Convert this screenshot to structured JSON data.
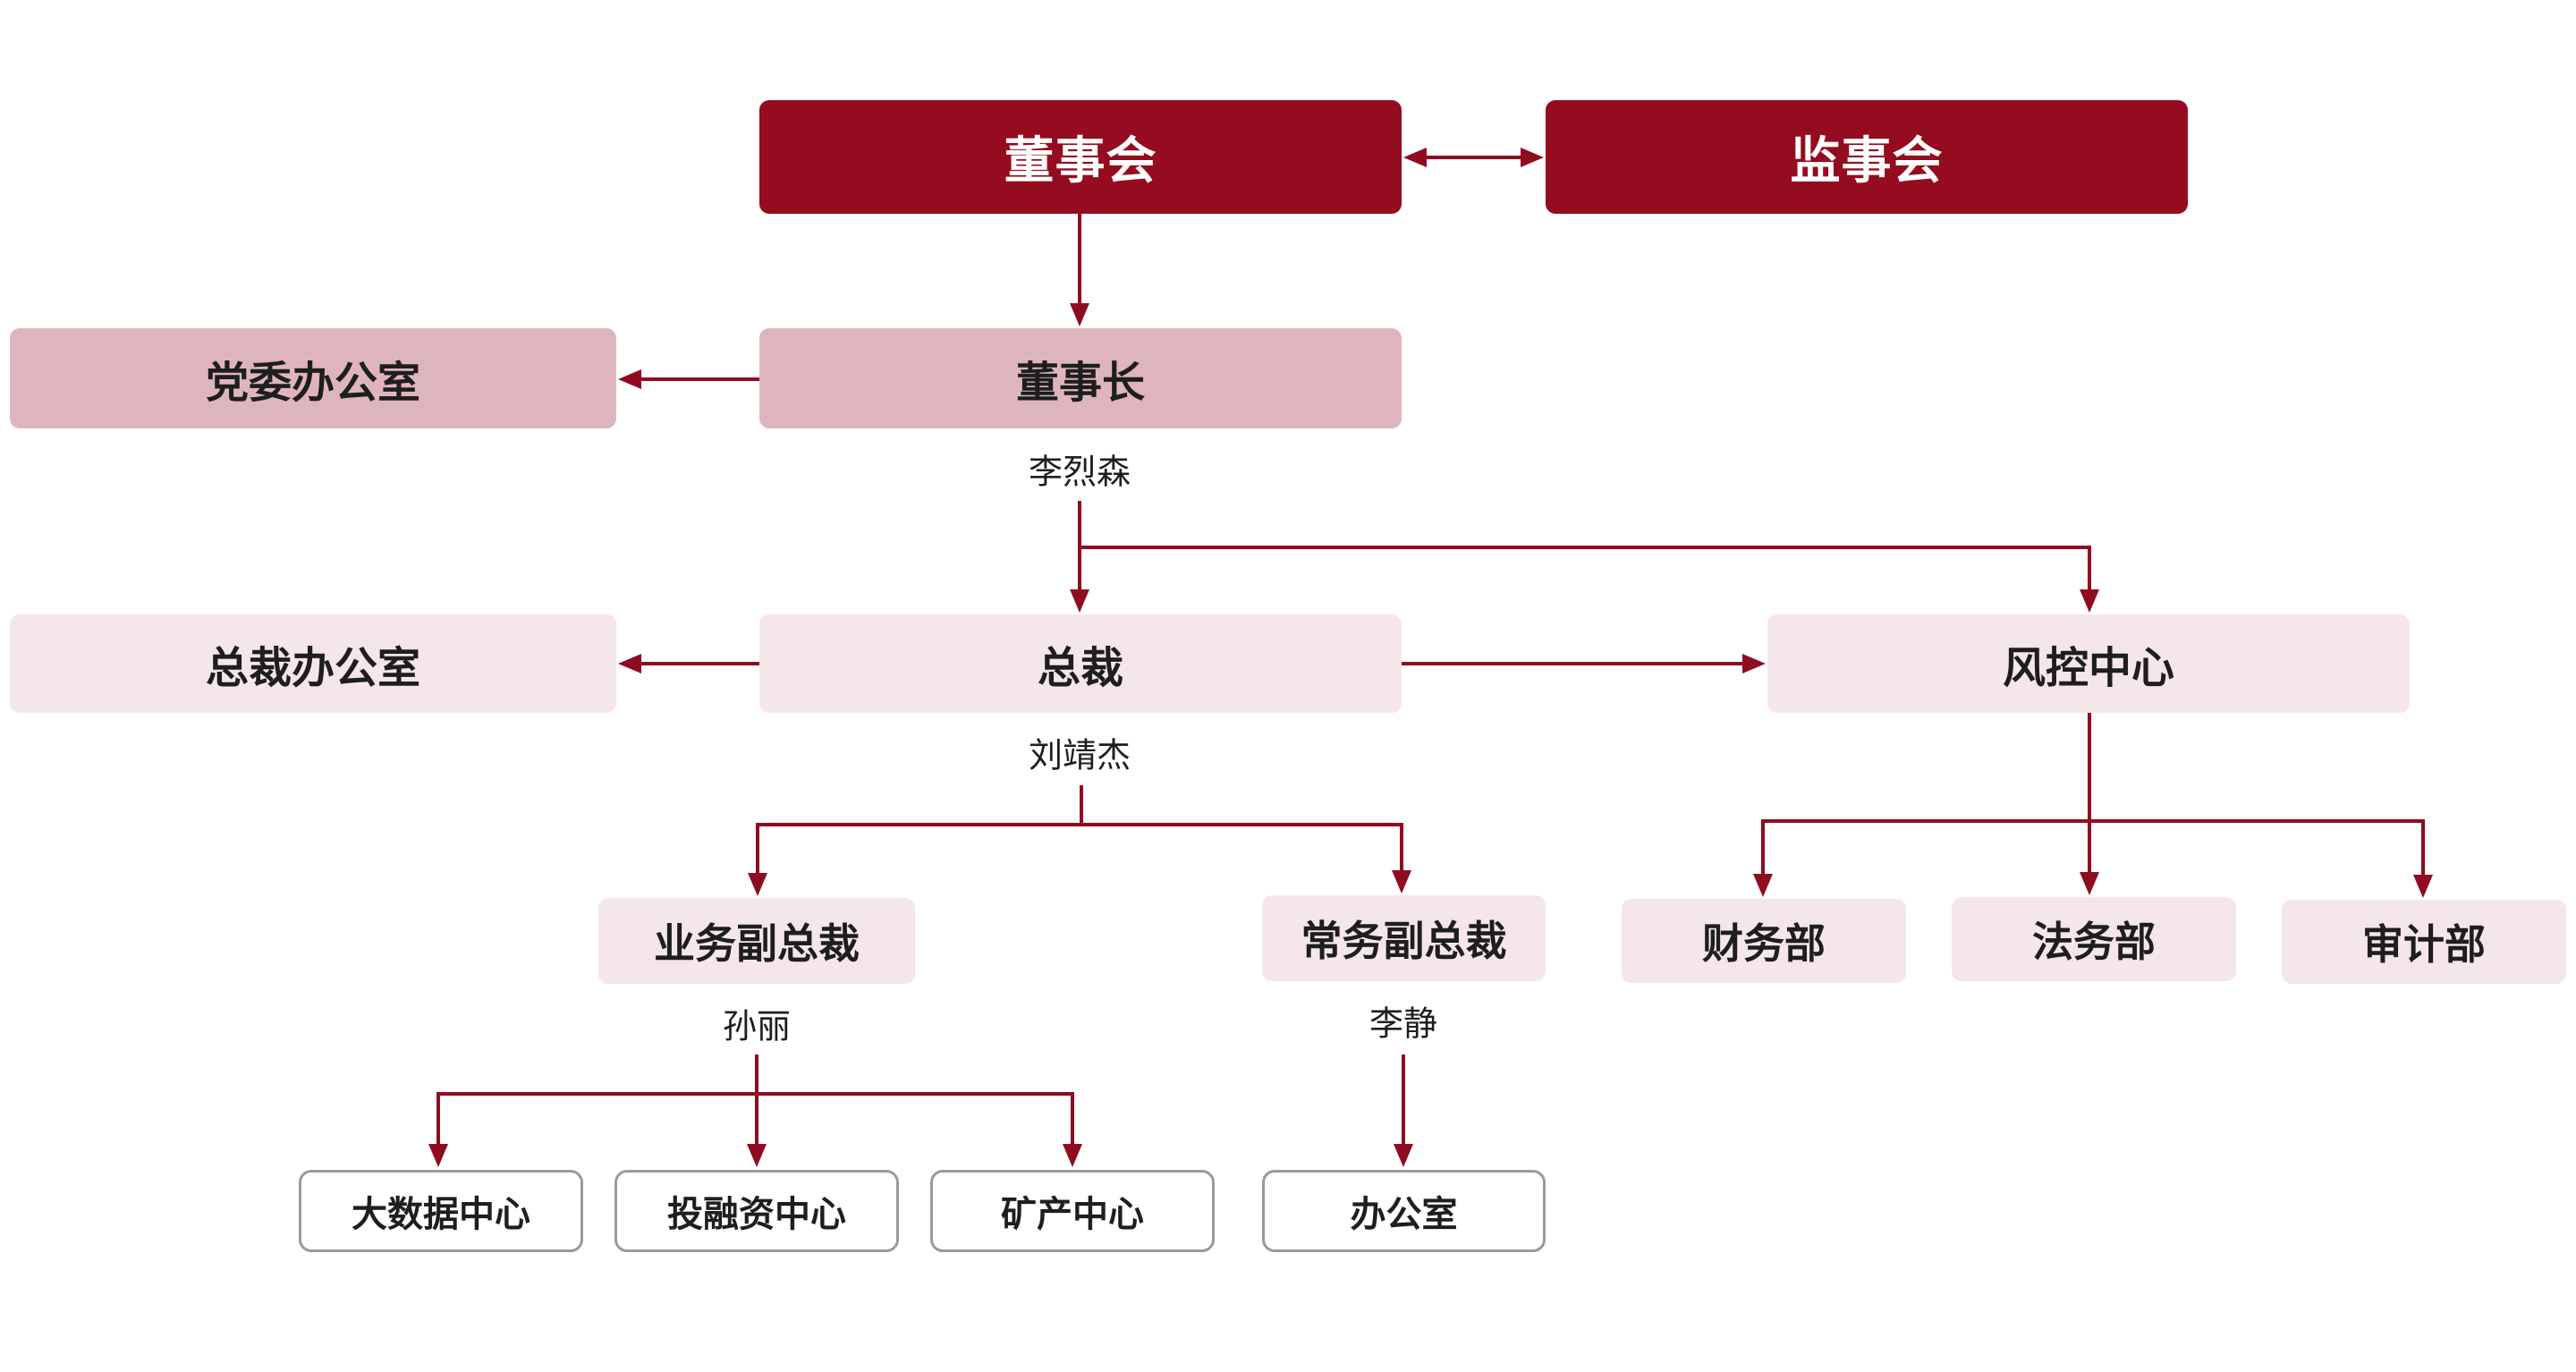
{
  "nodes": {
    "board": "董事会",
    "supervisory_board": "监事会",
    "party_committee_office": "党委办公室",
    "chairman": "董事长",
    "president_office": "总裁办公室",
    "president": "总裁",
    "risk_control_center": "风控中心",
    "business_vice_president": "业务副总裁",
    "executive_vice_president": "常务副总裁",
    "finance_dept": "财务部",
    "legal_dept": "法务部",
    "audit_dept": "审计部",
    "big_data_center": "大数据中心",
    "investment_financing_center": "投融资中心",
    "mining_center": "矿产中心",
    "office": "办公室"
  },
  "people": {
    "chairman": "李烈森",
    "president": "刘靖杰",
    "business_vice_president": "孙丽",
    "executive_vice_president": "李静"
  },
  "colors": {
    "primary": "#950b1f",
    "connector": "#8f0c20",
    "level2_fill": "#dfb5bd",
    "level3_fill": "#f5e6e9",
    "level5_border": "#9a9a9a"
  }
}
